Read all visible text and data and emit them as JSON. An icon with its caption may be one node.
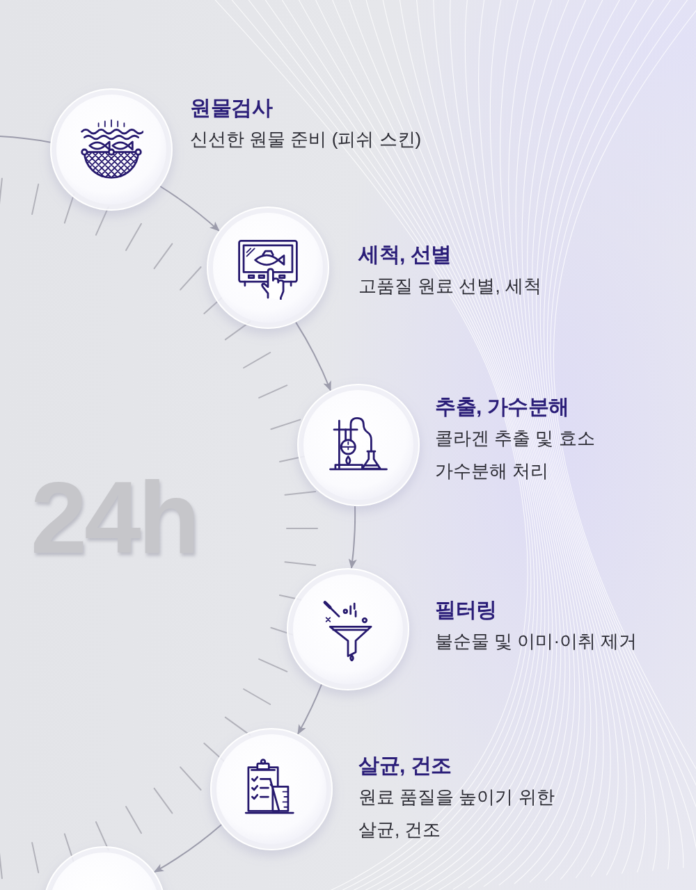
{
  "diagram": {
    "nodes": [
      {
        "text": [
          "원물검사",
          "신선한 원물 준비 (피쉬 스킨)"
        ]
      },
      {
        "text": [
          "세척, 선별",
          "고품질 원료 선별, 세척"
        ]
      },
      {
        "text": [
          "추출, 가수분해",
          "콜라겐 추출 및 효소 가수분해 처리"
        ]
      },
      {
        "text": [
          "필터링",
          "불순물 및 이미·이취 제거"
        ]
      },
      {
        "text": [
          "살균, 건조",
          "원료 품질을 높이기 위한 살균, 건조"
        ]
      },
      {
        "text": [],
        "shape": "circle"
      }
    ],
    "edges": [
      {
        "from": null,
        "to": 0,
        "arrow": "none"
      },
      {
        "from": 0,
        "to": 1,
        "arrow": "to"
      },
      {
        "from": 1,
        "to": 2,
        "arrow": "to"
      },
      {
        "from": 2,
        "to": 3,
        "arrow": "to"
      },
      {
        "from": 3,
        "to": 4,
        "arrow": "to"
      },
      {
        "from": 4,
        "to": 5,
        "arrow": "to"
      }
    ],
    "labels": [
      "24h"
    ]
  }
}
